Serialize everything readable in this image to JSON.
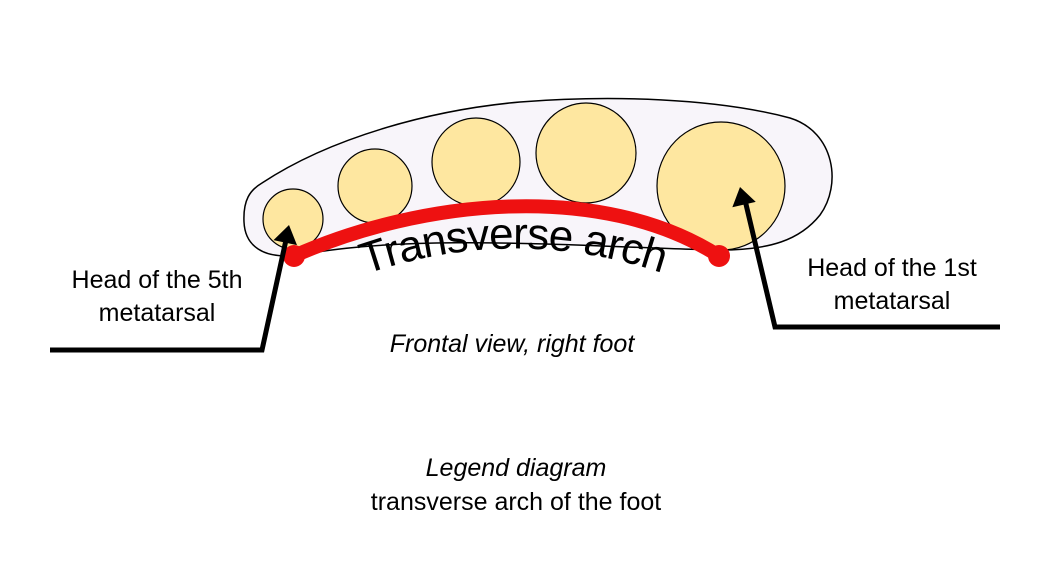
{
  "labels": {
    "left_callout": [
      "Head of the 5th",
      "metatarsal"
    ],
    "right_callout": [
      "Head of the 1st",
      "metatarsal"
    ],
    "arch_title": "Transverse arch",
    "view_caption": "Frontal view, right foot",
    "legend_line1": "Legend diagram",
    "legend_line2": "transverse arch of the foot"
  },
  "colors": {
    "foot_fill": "#f8f5fa",
    "bone_fill": "#fee7a0",
    "arch_line": "#ee1111",
    "outline": "#000000"
  }
}
